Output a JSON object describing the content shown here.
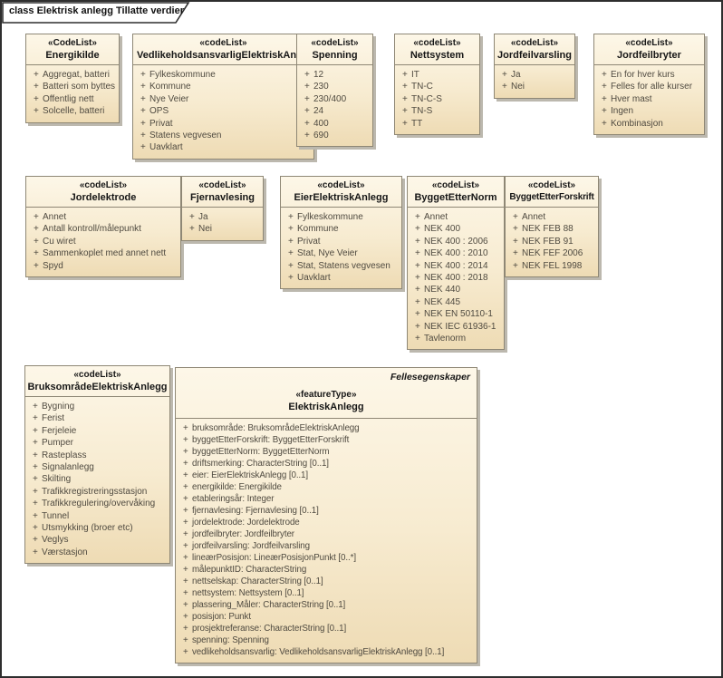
{
  "diagram": {
    "frame_title": "class Elektrisk anlegg Tillatte verdier",
    "visibility": "+",
    "theme": {
      "box_fill_top": "#FDF7E8",
      "box_fill_bottom": "#EEDBB4",
      "box_border": "#8E8775",
      "box_shadow": "#BCB8AE",
      "attribute_text": "#4F4A40",
      "title_text": "#161616",
      "background": "#FFFFFF",
      "frame_border": "#2E2E2E"
    }
  },
  "classes": {
    "energikilde": {
      "stereotype": "«CodeList»",
      "name": "Energikilde",
      "attributes": [
        "Aggregat, batteri",
        "Batteri som byttes",
        "Offentlig nett",
        "Solcelle, batteri"
      ]
    },
    "vedlikeholdsansvarlig": {
      "stereotype": "«codeList»",
      "name": "VedlikeholdsansvarligElektriskAnlegg",
      "attributes": [
        "Fylkeskommune",
        "Kommune",
        "Nye Veier",
        "OPS",
        "Privat",
        "Statens vegvesen",
        "Uavklart"
      ]
    },
    "spenning": {
      "stereotype": "«codeList»",
      "name": "Spenning",
      "attributes": [
        "12",
        "230",
        "230/400",
        "24",
        "400",
        "690"
      ]
    },
    "nettsystem": {
      "stereotype": "«codeList»",
      "name": "Nettsystem",
      "attributes": [
        "IT",
        "TN-C",
        "TN-C-S",
        "TN-S",
        "TT"
      ]
    },
    "jordfeilvarsling": {
      "stereotype": "«codeList»",
      "name": "Jordfeilvarsling",
      "attributes": [
        "Ja",
        "Nei"
      ]
    },
    "jordfeilbryter": {
      "stereotype": "«codeList»",
      "name": "Jordfeilbryter",
      "attributes": [
        "En for hver kurs",
        "Felles for alle kurser",
        "Hver mast",
        "Ingen",
        "Kombinasjon"
      ]
    },
    "jordelektrode": {
      "stereotype": "«codeList»",
      "name": "Jordelektrode",
      "attributes": [
        "Annet",
        "Antall kontroll/målepunkt",
        "Cu wiret",
        "Sammenkoplet med annet nett",
        "Spyd"
      ]
    },
    "fjernavlesing": {
      "stereotype": "«codeList»",
      "name": "Fjernavlesing",
      "attributes": [
        "Ja",
        "Nei"
      ]
    },
    "eierelektriskanlegg": {
      "stereotype": "«codeList»",
      "name": "EierElektriskAnlegg",
      "attributes": [
        "Fylkeskommune",
        "Kommune",
        "Privat",
        "Stat, Nye Veier",
        "Stat, Statens vegvesen",
        "Uavklart"
      ]
    },
    "byggetetternorm": {
      "stereotype": "«codeList»",
      "name": "ByggetEtterNorm",
      "attributes": [
        "Annet",
        "NEK 400",
        "NEK 400 : 2006",
        "NEK 400 : 2010",
        "NEK 400 : 2014",
        "NEK 400 : 2018",
        "NEK 440",
        "NEK 445",
        "NEK EN 50110-1",
        "NEK IEC 61936-1",
        "Tavlenorm"
      ]
    },
    "byggetetterforskrift": {
      "stereotype": "«codeList»",
      "name": "ByggetEtterForskrift",
      "attributes": [
        "Annet",
        "NEK FEB 88",
        "NEK FEB 91",
        "NEK FEF 2006",
        "NEK FEL 1998"
      ]
    },
    "bruksomrade": {
      "stereotype": "«codeList»",
      "name": "BruksområdeElektriskAnlegg",
      "attributes": [
        "Bygning",
        "Ferist",
        "Ferjeleie",
        "Pumper",
        "Rasteplass",
        "Signalanlegg",
        "Skilting",
        "Trafikkregistreringsstasjon",
        "Trafikkregulering/overvåking",
        "Tunnel",
        "Utsmykking (broer etc)",
        "Veglys",
        "Værstasjon"
      ]
    },
    "elektriskanlegg": {
      "package_label": "Fellesegenskaper",
      "stereotype": "«featureType»",
      "name": "ElektriskAnlegg",
      "attributes": [
        "bruksområde: BruksområdeElektriskAnlegg",
        "byggetEtterForskrift: ByggetEtterForskrift",
        "byggetEtterNorm: ByggetEtterNorm",
        "driftsmerking: CharacterString [0..1]",
        "eier: EierElektriskAnlegg [0..1]",
        "energikilde: Energikilde",
        "etableringsår: Integer",
        "fjernavlesing: Fjernavlesing [0..1]",
        "jordelektrode: Jordelektrode",
        "jordfeilbryter: Jordfeilbryter",
        "jordfeilvarsling: Jordfeilvarsling",
        "lineærPosisjon: LineærPosisjonPunkt [0..*]",
        "målepunktID: CharacterString",
        "nettselskap: CharacterString [0..1]",
        "nettsystem: Nettsystem [0..1]",
        "plassering_Måler: CharacterString [0..1]",
        "posisjon: Punkt",
        "prosjektreferanse: CharacterString [0..1]",
        "spenning: Spenning",
        "vedlikeholdsansvarlig: VedlikeholdsansvarligElektriskAnlegg [0..1]"
      ]
    }
  }
}
